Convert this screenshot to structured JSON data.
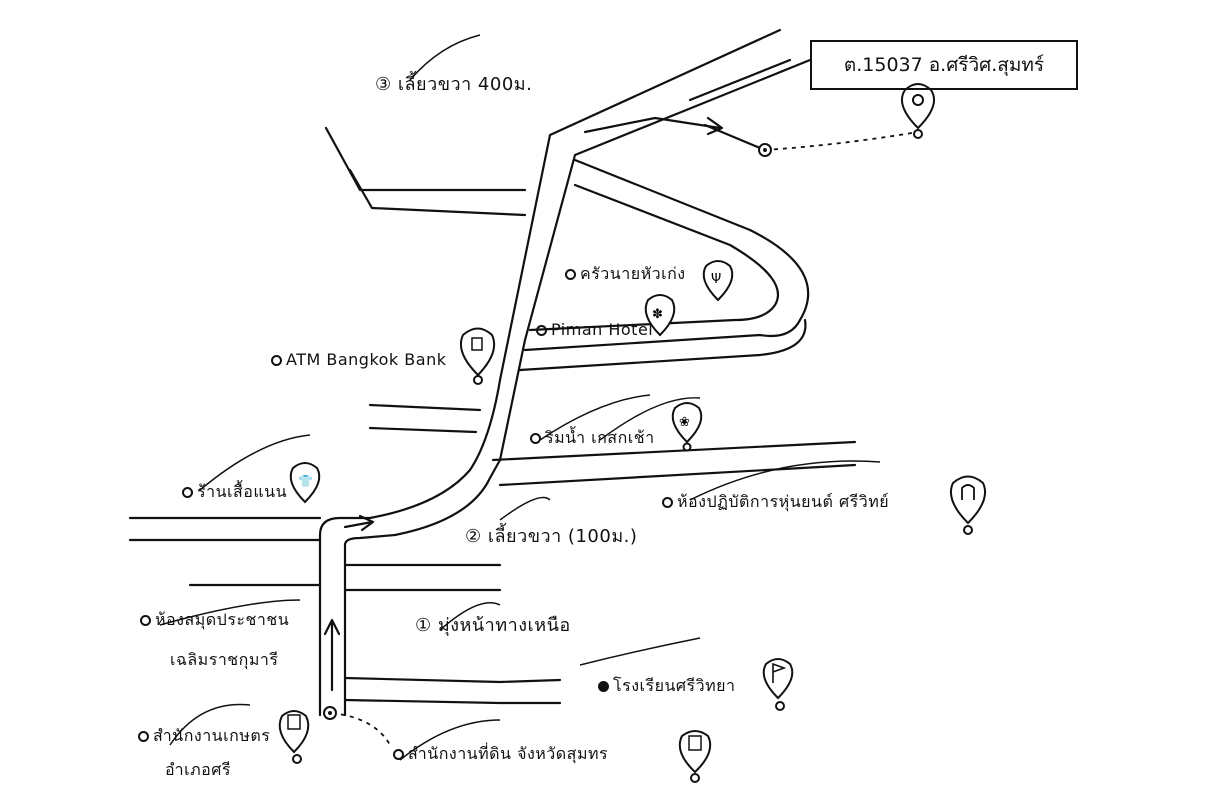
{
  "address_box": "ต.15037 อ.ศรีวิศ.สุมทร์",
  "directions": {
    "step1": "① มุ่งหน้าทางเหนือ",
    "step2": "② เลี้ยวขวา (100ม.)",
    "step3": "③ เลี้ยวขวา 400ม."
  },
  "places": {
    "restaurant": "ครัวนายหัวเก่ง",
    "hotel": "Piman Hotel",
    "atm": "ATM Bangkok Bank",
    "riverside": "ริมน้ำ เกสกเช้า",
    "shirt_shop": "ร้านเสื้อแนน",
    "cinema": "ห้องปฏิบัติการหุ่นยนต์ ศรีวิทย์",
    "library_line1": "ห้องสมุดประชาชน",
    "library_line2": "เฉลิมราชกุมารี",
    "school": "โรงเรียนศรีวิทยา",
    "agri_office_line1": "สำนักงานเกษตร",
    "agri_office_line2": "อำเภอศรี",
    "land_office": "สำนักงานที่ดิน จังหวัดสุมทร"
  },
  "icons": [
    "restaurant-icon",
    "flower-icon",
    "atm-icon",
    "lotus-icon",
    "shirt-icon",
    "door-icon",
    "building-icon",
    "flag-icon",
    "location-pin-icon"
  ]
}
